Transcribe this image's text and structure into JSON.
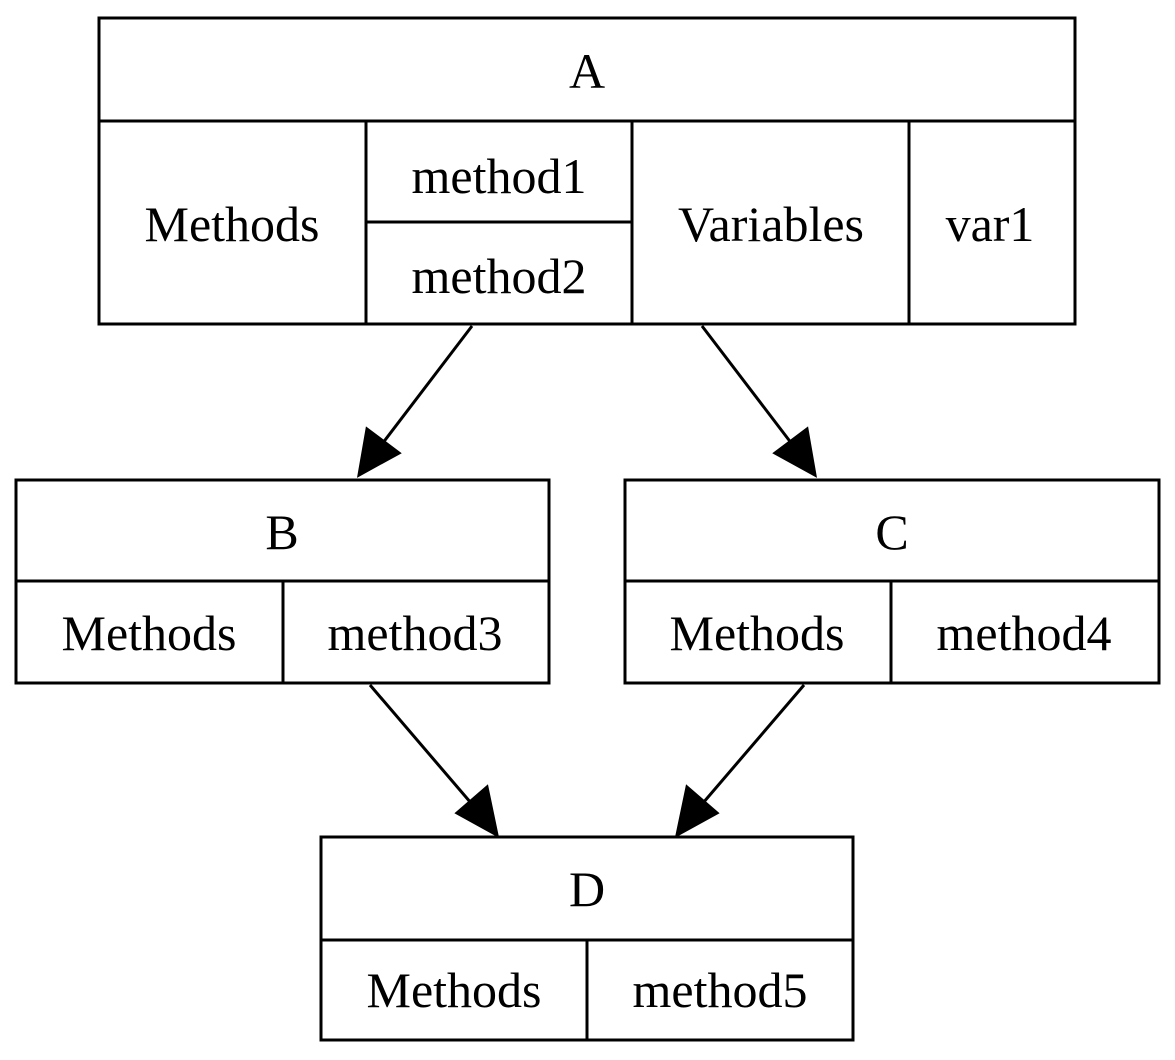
{
  "nodes": {
    "A": {
      "title": "A",
      "methods_label": "Methods",
      "methods": [
        "method1",
        "method2"
      ],
      "variables_label": "Variables",
      "variables": [
        "var1"
      ]
    },
    "B": {
      "title": "B",
      "methods_label": "Methods",
      "methods": [
        "method3"
      ]
    },
    "C": {
      "title": "C",
      "methods_label": "Methods",
      "methods": [
        "method4"
      ]
    },
    "D": {
      "title": "D",
      "methods_label": "Methods",
      "methods": [
        "method5"
      ]
    }
  },
  "edges": [
    {
      "from": "A",
      "to": "B"
    },
    {
      "from": "A",
      "to": "C"
    },
    {
      "from": "B",
      "to": "D"
    },
    {
      "from": "C",
      "to": "D"
    }
  ]
}
